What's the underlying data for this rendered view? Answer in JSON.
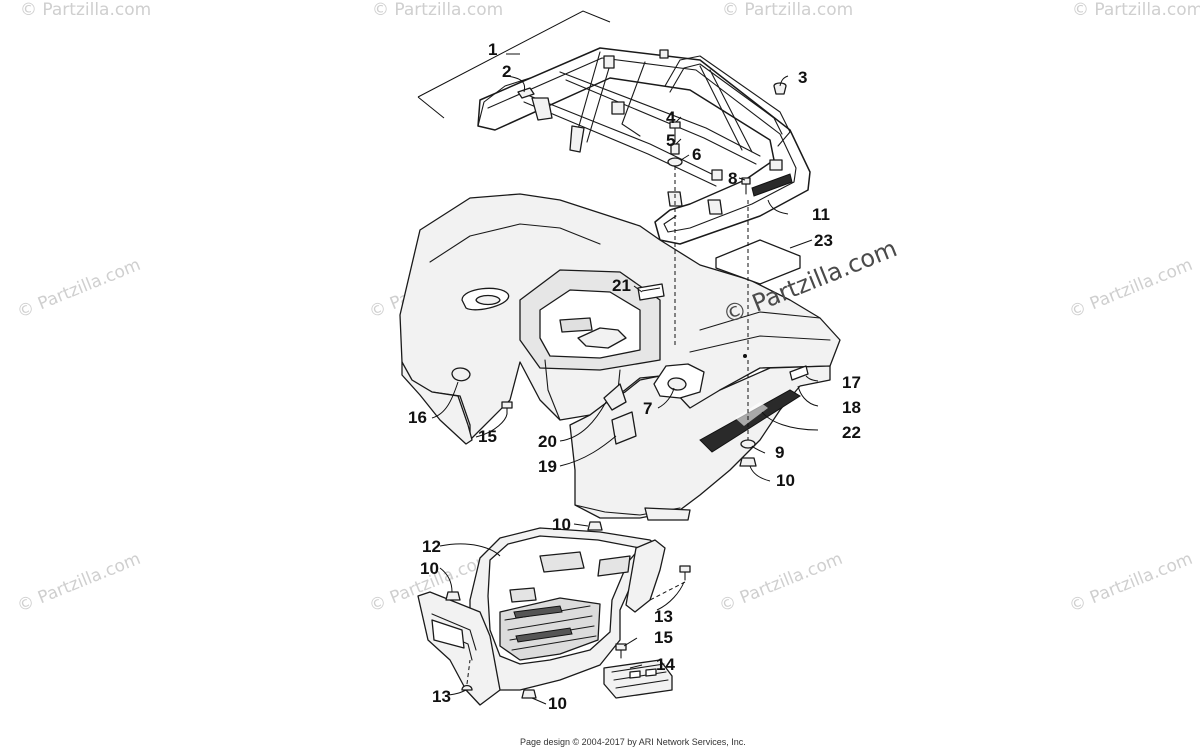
{
  "watermark": {
    "text": "© Partzilla.com"
  },
  "callouts": [
    {
      "id": "1",
      "label": "1"
    },
    {
      "id": "2",
      "label": "2"
    },
    {
      "id": "3",
      "label": "3"
    },
    {
      "id": "4",
      "label": "4"
    },
    {
      "id": "5",
      "label": "5"
    },
    {
      "id": "6",
      "label": "6"
    },
    {
      "id": "7",
      "label": "7"
    },
    {
      "id": "8",
      "label": "8"
    },
    {
      "id": "9",
      "label": "9"
    },
    {
      "id": "10a",
      "label": "10"
    },
    {
      "id": "10b",
      "label": "10"
    },
    {
      "id": "10c",
      "label": "10"
    },
    {
      "id": "10d",
      "label": "10"
    },
    {
      "id": "11",
      "label": "11"
    },
    {
      "id": "12",
      "label": "12"
    },
    {
      "id": "13a",
      "label": "13"
    },
    {
      "id": "13b",
      "label": "13"
    },
    {
      "id": "14",
      "label": "14"
    },
    {
      "id": "15a",
      "label": "15"
    },
    {
      "id": "15b",
      "label": "15"
    },
    {
      "id": "16",
      "label": "16"
    },
    {
      "id": "17",
      "label": "17"
    },
    {
      "id": "18",
      "label": "18"
    },
    {
      "id": "19",
      "label": "19"
    },
    {
      "id": "20",
      "label": "20"
    },
    {
      "id": "21",
      "label": "21"
    },
    {
      "id": "22",
      "label": "22"
    },
    {
      "id": "23",
      "label": "23"
    }
  ],
  "footer": {
    "text": "Page design © 2004-2017 by ARI Network Services, Inc."
  }
}
